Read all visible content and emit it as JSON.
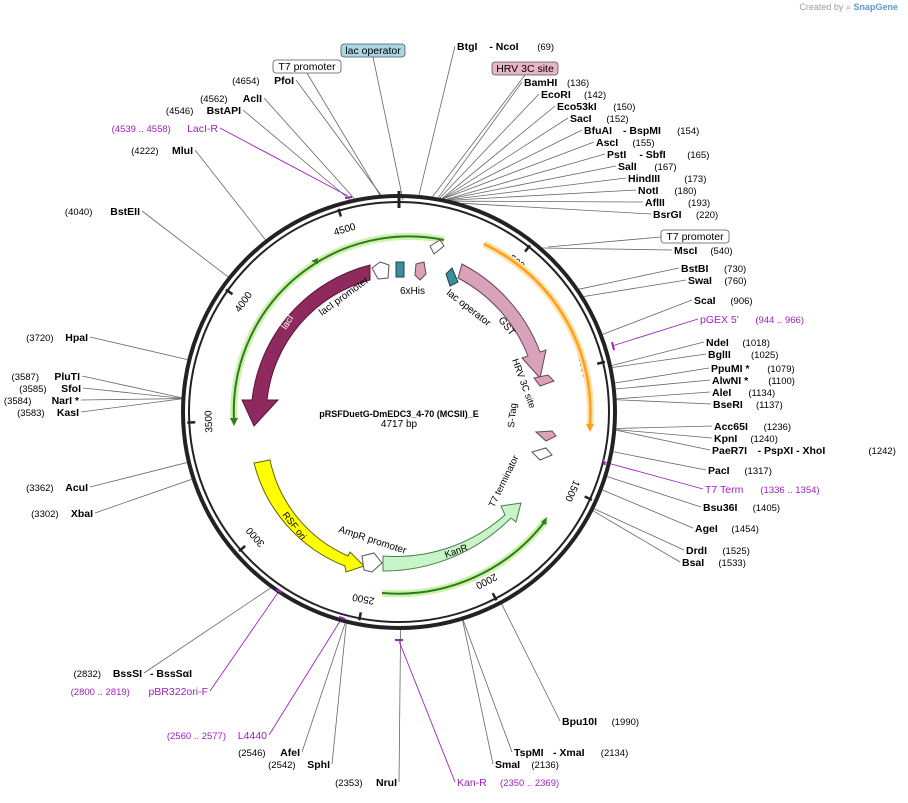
{
  "credit": {
    "prefix": "Created by",
    "brand": "SnapGene"
  },
  "plasmid": {
    "name": "pRSFDuetG-DmEDC3_4-70 (MCSII)_E",
    "length": "4717 bp",
    "total_bp": 4717
  },
  "colors": {
    "backbone": "#222222",
    "site_text": "#000000",
    "purple": "#a020c0",
    "pos": "#000000",
    "GST": "#d7a2ba",
    "lacI": "#8e2a5d",
    "RSF": "#ffff00",
    "KanR": "#c8f5c8",
    "orange": "#ff9f1a",
    "green": "#59b31a"
  },
  "tick_labels": [
    "500",
    "1000",
    "1500",
    "2000",
    "2500",
    "3000",
    "3500",
    "4000",
    "4500"
  ],
  "features": [
    {
      "name": "lac operator",
      "kind": "boxed",
      "box": "#a9d6e5",
      "pos": 0
    },
    {
      "name": "T7 promoter",
      "kind": "boxed",
      "box": "#ffffff",
      "pos": 0
    },
    {
      "name": "HRV 3C site",
      "kind": "boxed",
      "box": "#e8b4c8",
      "pos": 0
    },
    {
      "name": "T7 promoter",
      "kind": "boxed",
      "box": "#ffffff",
      "pos": 0
    }
  ],
  "labels_right": [
    {
      "name": "BtgI",
      "extra": "- NcoI",
      "pos": "(69)",
      "bp": 69
    },
    {
      "name": "BamHI",
      "pos": "(136)",
      "bp": 136
    },
    {
      "name": "EcoRI",
      "pos": "(142)",
      "bp": 142
    },
    {
      "name": "Eco53kI",
      "pos": "(150)",
      "bp": 150
    },
    {
      "name": "SacI",
      "pos": "(152)",
      "bp": 152
    },
    {
      "name": "BfuAI",
      "extra": "- BspMI",
      "pos": "(154)",
      "bp": 154
    },
    {
      "name": "AscI",
      "pos": "(155)",
      "bp": 155
    },
    {
      "name": "PstI",
      "extra": "- SbfI",
      "pos": "(165)",
      "bp": 165
    },
    {
      "name": "SalI",
      "pos": "(167)",
      "bp": 167
    },
    {
      "name": "HindIII",
      "pos": "(173)",
      "bp": 173
    },
    {
      "name": "NotI",
      "pos": "(180)",
      "bp": 180
    },
    {
      "name": "AflII",
      "pos": "(193)",
      "bp": 193
    },
    {
      "name": "BsrGI",
      "pos": "(220)",
      "bp": 220
    },
    {
      "name": "MscI",
      "pos": "(540)",
      "bp": 540
    },
    {
      "name": "BstBI",
      "pos": "(730)",
      "bp": 730
    },
    {
      "name": "SwaI",
      "pos": "(760)",
      "bp": 760
    },
    {
      "name": "ScaI",
      "pos": "(906)",
      "bp": 906
    },
    {
      "name": "NdeI",
      "pos": "(1018)",
      "bp": 1018
    },
    {
      "name": "BglII",
      "pos": "(1025)",
      "bp": 1025
    },
    {
      "name": "PpuMI *",
      "pos": "(1079)",
      "bp": 1079
    },
    {
      "name": "AlwNI *",
      "pos": "(1100)",
      "bp": 1100
    },
    {
      "name": "AleI",
      "pos": "(1134)",
      "bp": 1134
    },
    {
      "name": "BseRI",
      "pos": "(1137)",
      "bp": 1137
    },
    {
      "name": "Acc65I",
      "pos": "(1236)",
      "bp": 1236
    },
    {
      "name": "KpnI",
      "pos": "(1240)",
      "bp": 1240
    },
    {
      "name": "PaeR7I",
      "extra": "- PspXI   - XhoI",
      "pos": "(1242)",
      "bp": 1242
    },
    {
      "name": "PacI",
      "pos": "(1317)",
      "bp": 1317
    },
    {
      "name": "Bsu36I",
      "pos": "(1405)",
      "bp": 1405
    },
    {
      "name": "AgeI",
      "pos": "(1454)",
      "bp": 1454
    },
    {
      "name": "DrdI",
      "pos": "(1525)",
      "bp": 1525
    },
    {
      "name": "BsaI",
      "pos": "(1533)",
      "bp": 1533
    },
    {
      "name": "Bpu10I",
      "pos": "(1990)",
      "bp": 1990
    },
    {
      "name": "TspMI",
      "extra": "- XmaI",
      "pos": "(2134)",
      "bp": 2134
    },
    {
      "name": "SmaI",
      "pos": "(2136)",
      "bp": 2136
    }
  ],
  "labels_left": [
    {
      "name": "PfoI",
      "pos": "(4654)",
      "bp": 4654
    },
    {
      "name": "AclI",
      "pos": "(4562)",
      "bp": 4562
    },
    {
      "name": "BstAPI",
      "pos": "(4546)",
      "bp": 4546
    },
    {
      "name": "MluI",
      "pos": "(4222)",
      "bp": 4222
    },
    {
      "name": "BstEII",
      "pos": "(4040)",
      "bp": 4040
    },
    {
      "name": "HpaI",
      "pos": "(3720)",
      "bp": 3720
    },
    {
      "name": "PluTI",
      "pos": "(3587)",
      "bp": 3587
    },
    {
      "name": "SfoI",
      "pos": "(3585)",
      "bp": 3585
    },
    {
      "name": "NarI *",
      "pos": "(3584)",
      "bp": 3584
    },
    {
      "name": "KasI",
      "pos": "(3583)",
      "bp": 3583
    },
    {
      "name": "AcuI",
      "pos": "(3362)",
      "bp": 3362
    },
    {
      "name": "XbaI",
      "pos": "(3302)",
      "bp": 3302
    },
    {
      "name": "BssSI",
      "extra": "- BssSαI",
      "pos": "(2832)",
      "bp": 2832
    },
    {
      "name": "AfeI",
      "pos": "(2546)",
      "bp": 2546
    },
    {
      "name": "SphI",
      "pos": "(2542)",
      "bp": 2542
    },
    {
      "name": "NruI",
      "pos": "(2353)",
      "bp": 2353
    }
  ],
  "primers": [
    {
      "name": "LacI-R",
      "pos": "(4539 .. 4558)"
    },
    {
      "name": "pGEX 5'",
      "pos": "(944 .. 966)"
    },
    {
      "name": "T7 Term",
      "pos": "(1336 .. 1354)"
    },
    {
      "name": "pBR322ori-F",
      "pos": "(2800 .. 2819)"
    },
    {
      "name": "L4440",
      "pos": "(2560 .. 2577)"
    },
    {
      "name": "Kan-R",
      "pos": "(2350 .. 2369)"
    }
  ],
  "inner": {
    "lacI": "lacI",
    "lacI_promoter": "lacI promoter",
    "his": "6xHis",
    "lac_operator": "lac operator",
    "GST": "GST",
    "HRV": "HRV 3C site",
    "STag": "S-Tag",
    "T7term": "T7 terminator",
    "RSF": "RSF ori",
    "AmpR": "AmpR promoter",
    "KanR": "KanR"
  }
}
